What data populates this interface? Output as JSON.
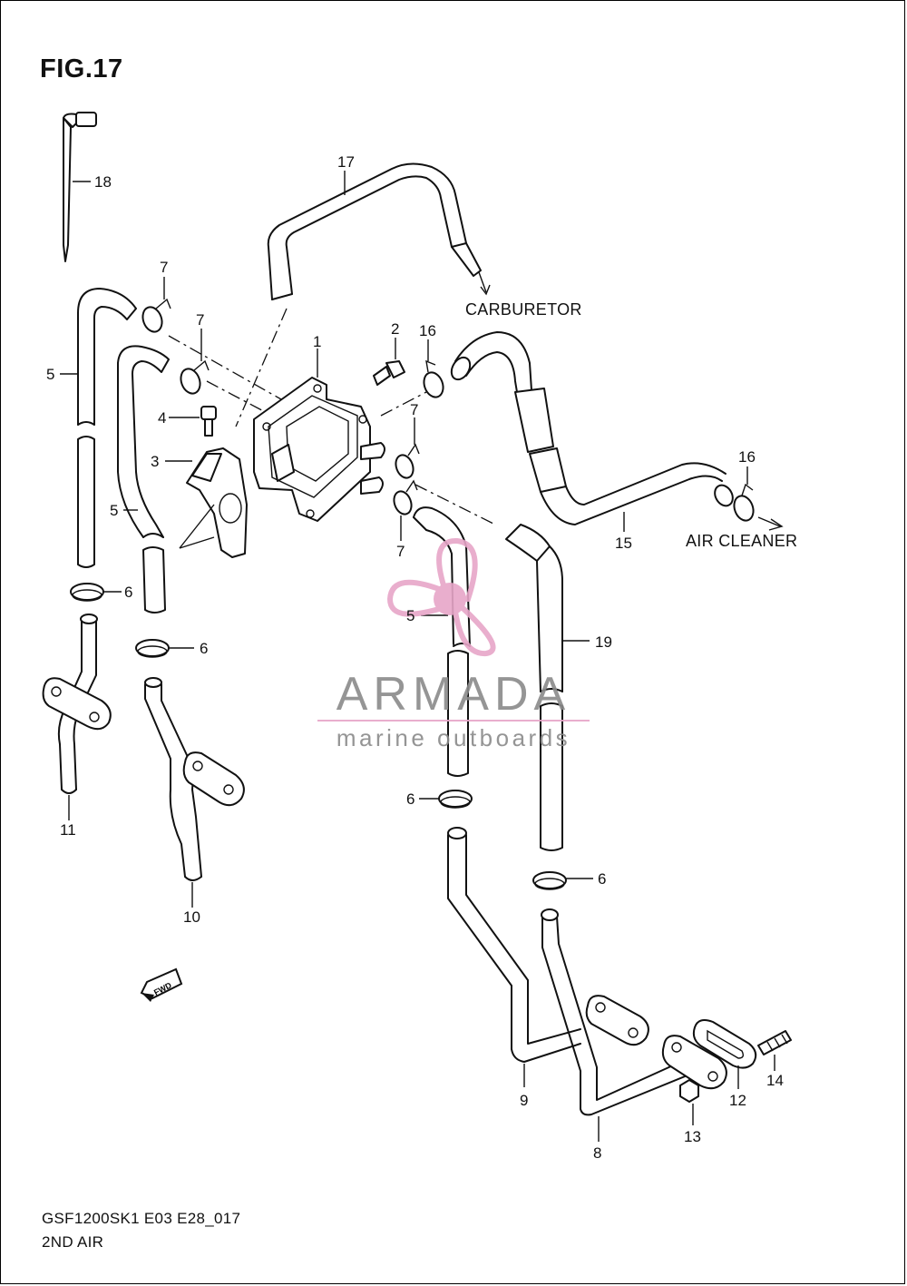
{
  "figure": {
    "title": "FIG.17",
    "code": "GSF1200SK1 E03 E28_017",
    "section": "2ND AIR"
  },
  "destinations": {
    "carburetor": "CARBURETOR",
    "air_cleaner": "AIR CLEANER"
  },
  "callouts": {
    "c1": "1",
    "c2": "2",
    "c3": "3",
    "c4": "4",
    "c5a": "5",
    "c5b": "5",
    "c5c": "5",
    "c6a": "6",
    "c6b": "6",
    "c6c": "6",
    "c6d": "6",
    "c7a": "7",
    "c7b": "7",
    "c7c": "7",
    "c7d": "7",
    "c8": "8",
    "c9": "9",
    "c10": "10",
    "c11": "11",
    "c12": "12",
    "c13": "13",
    "c14": "14",
    "c15": "15",
    "c16a": "16",
    "c16b": "16",
    "c17": "17",
    "c18": "18",
    "c19": "19"
  },
  "fwd_label": "FWD",
  "watermark": {
    "brand": "ARMADA",
    "tagline": "marine outboards",
    "colors": {
      "pink": "#e7a6c8",
      "gray": "#8a8a8a",
      "dark_pink": "#c76aa0"
    }
  }
}
